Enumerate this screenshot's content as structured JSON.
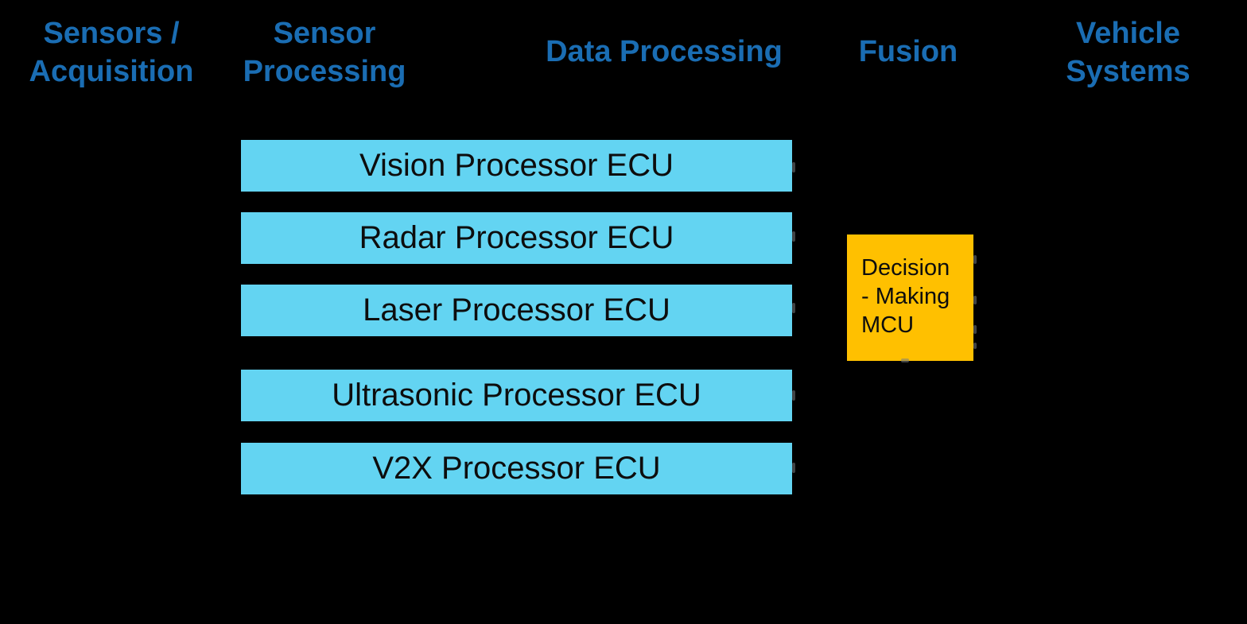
{
  "colors": {
    "canvas_bg": "#000000",
    "header_text": "#1A6DB3",
    "box_fill": "#63D4F2",
    "box_text": "#0d0d0d",
    "mcu_fill": "#FFC000",
    "remnant": "#777c80"
  },
  "headers": [
    {
      "id": "sensors-acquisition",
      "lines": [
        "Sensors /",
        "Acquisition"
      ]
    },
    {
      "id": "sensor-processing",
      "lines": [
        "Sensor",
        "Processing"
      ]
    },
    {
      "id": "data-processing",
      "lines": [
        "Data Processing"
      ]
    },
    {
      "id": "fusion",
      "lines": [
        "Fusion"
      ]
    },
    {
      "id": "vehicle-systems",
      "lines": [
        "Vehicle",
        "Systems"
      ]
    }
  ],
  "processor_boxes": [
    {
      "label": "Vision Processor ECU"
    },
    {
      "label": "Radar Processor ECU"
    },
    {
      "label": "Laser Processor ECU"
    },
    {
      "label": "Ultrasonic Processor ECU"
    },
    {
      "label": "V2X Processor ECU"
    }
  ],
  "fusion_box": {
    "lines": [
      "Decision",
      "- Making",
      "MCU"
    ]
  }
}
